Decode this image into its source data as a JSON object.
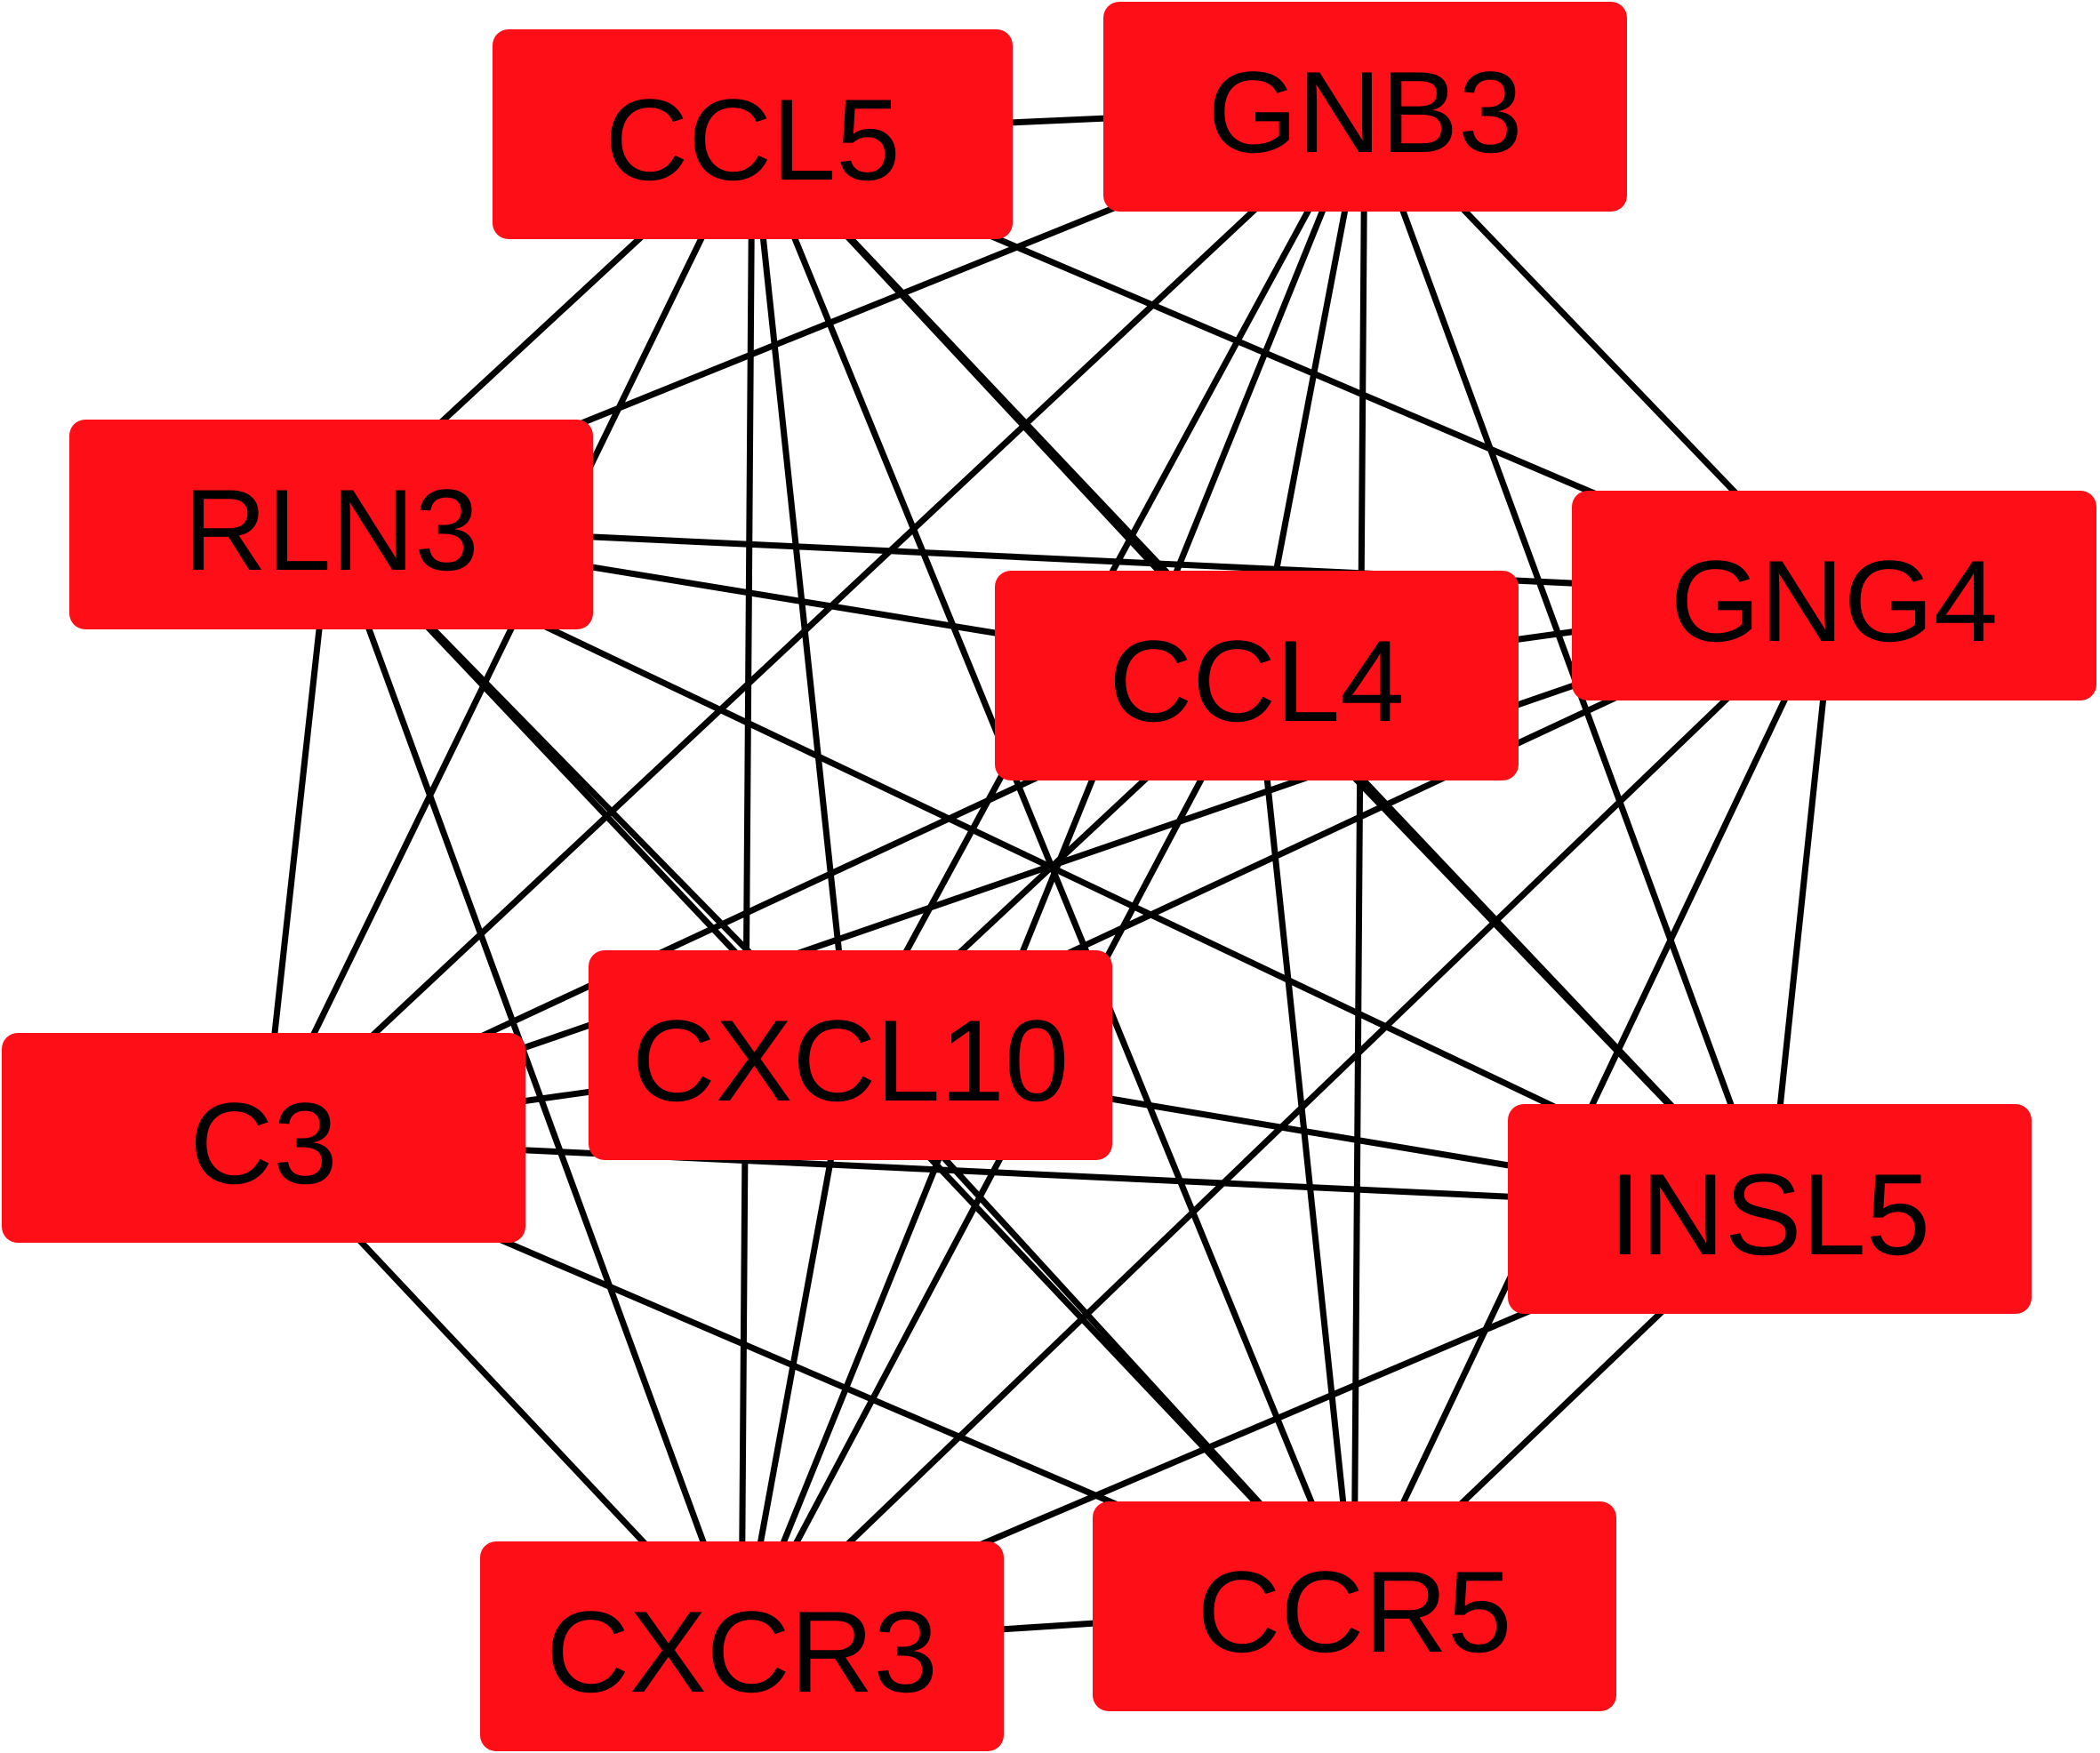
{
  "style": {
    "node_fill": "#fe0f18",
    "edge_color": "#000000",
    "label_color": "#000000",
    "background": "#ffffff"
  },
  "nodes": [
    {
      "id": "CCL5",
      "label": "CCL5"
    },
    {
      "id": "GNB3",
      "label": "GNB3"
    },
    {
      "id": "RLN3",
      "label": "RLN3"
    },
    {
      "id": "GNG4",
      "label": "GNG4"
    },
    {
      "id": "CCL4",
      "label": "CCL4"
    },
    {
      "id": "CXCL10",
      "label": "CXCL10"
    },
    {
      "id": "C3",
      "label": "C3"
    },
    {
      "id": "INSL5",
      "label": "INSL5"
    },
    {
      "id": "CXCR3",
      "label": "CXCR3"
    },
    {
      "id": "CCR5",
      "label": "CCR5"
    }
  ],
  "edges": [
    [
      "CCL5",
      "GNB3"
    ],
    [
      "CCL5",
      "RLN3"
    ],
    [
      "CCL5",
      "GNG4"
    ],
    [
      "CCL5",
      "CCL4"
    ],
    [
      "CCL5",
      "CXCL10"
    ],
    [
      "CCL5",
      "C3"
    ],
    [
      "CCL5",
      "INSL5"
    ],
    [
      "CCL5",
      "CXCR3"
    ],
    [
      "CCL5",
      "CCR5"
    ],
    [
      "GNB3",
      "RLN3"
    ],
    [
      "GNB3",
      "GNG4"
    ],
    [
      "GNB3",
      "CCL4"
    ],
    [
      "GNB3",
      "CXCL10"
    ],
    [
      "GNB3",
      "C3"
    ],
    [
      "GNB3",
      "INSL5"
    ],
    [
      "GNB3",
      "CXCR3"
    ],
    [
      "GNB3",
      "CCR5"
    ],
    [
      "RLN3",
      "GNG4"
    ],
    [
      "RLN3",
      "CCL4"
    ],
    [
      "RLN3",
      "CXCL10"
    ],
    [
      "RLN3",
      "C3"
    ],
    [
      "RLN3",
      "INSL5"
    ],
    [
      "RLN3",
      "CXCR3"
    ],
    [
      "RLN3",
      "CCR5"
    ],
    [
      "GNG4",
      "CCL4"
    ],
    [
      "GNG4",
      "CXCL10"
    ],
    [
      "GNG4",
      "C3"
    ],
    [
      "GNG4",
      "INSL5"
    ],
    [
      "GNG4",
      "CXCR3"
    ],
    [
      "GNG4",
      "CCR5"
    ],
    [
      "CCL4",
      "CXCL10"
    ],
    [
      "CCL4",
      "C3"
    ],
    [
      "CCL4",
      "INSL5"
    ],
    [
      "CCL4",
      "CXCR3"
    ],
    [
      "CCL4",
      "CCR5"
    ],
    [
      "CXCL10",
      "C3"
    ],
    [
      "CXCL10",
      "INSL5"
    ],
    [
      "CXCL10",
      "CXCR3"
    ],
    [
      "CXCL10",
      "CCR5"
    ],
    [
      "C3",
      "INSL5"
    ],
    [
      "C3",
      "CXCR3"
    ],
    [
      "C3",
      "CCR5"
    ],
    [
      "INSL5",
      "CXCR3"
    ],
    [
      "INSL5",
      "CCR5"
    ],
    [
      "CXCR3",
      "CCR5"
    ]
  ]
}
